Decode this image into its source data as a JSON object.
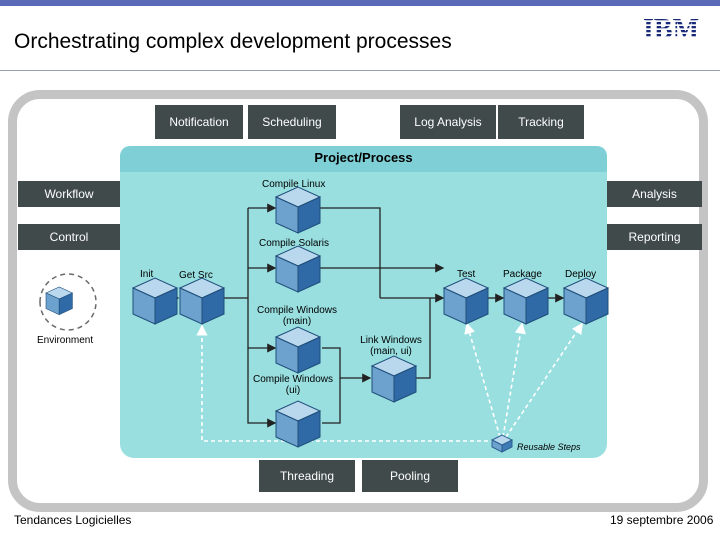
{
  "title": "Orchestrating complex development processes",
  "logo_text": "IBM",
  "services_top": {
    "notification": "Notification",
    "scheduling": "Scheduling",
    "log_analysis": "Log Analysis",
    "tracking": "Tracking"
  },
  "services_side": {
    "workflow": "Workflow",
    "control": "Control",
    "analysis": "Analysis",
    "reporting": "Reporting"
  },
  "services_bottom": {
    "threading": "Threading",
    "pooling": "Pooling"
  },
  "project_label": "Project/Process",
  "environment_label": "Environment",
  "steps": {
    "compile_linux": "Compile Linux",
    "compile_solaris": "Compile Solaris",
    "init": "Init",
    "get_src": "Get Src",
    "compile_windows_main": "Compile Windows\n(main)",
    "link_windows": "Link Windows\n(main, ui)",
    "compile_windows_ui": "Compile Windows\n(ui)",
    "test": "Test",
    "package": "Package",
    "deploy": "Deploy"
  },
  "reusable_steps": "Reusable Steps",
  "footer": {
    "left": "Tendances Logicielles",
    "right": "19 septembre 2006"
  },
  "colors": {
    "process_bg": "#99dfe0",
    "service_box": "#404a4a",
    "cube_top": "#b9d8ee",
    "cube_side": "#3e7ab4",
    "frame": "#c4c4c4"
  }
}
